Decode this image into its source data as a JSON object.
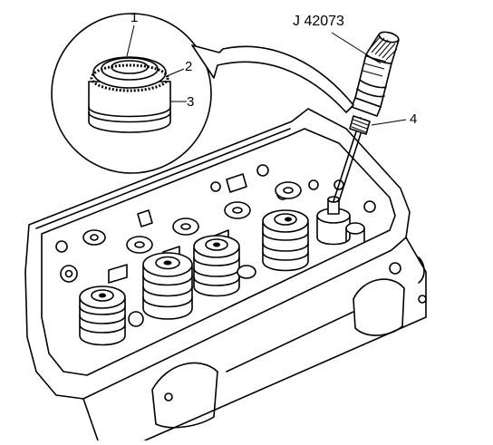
{
  "diagram": {
    "tool_label": "J 42073",
    "callouts": [
      {
        "id": "1",
        "label": "1"
      },
      {
        "id": "2",
        "label": "2"
      },
      {
        "id": "3",
        "label": "3"
      },
      {
        "id": "4",
        "label": "4"
      }
    ],
    "colors": {
      "ink": "#000000",
      "paper": "#ffffff"
    },
    "icons": {
      "arrow": "curved-arrow-icon"
    }
  }
}
